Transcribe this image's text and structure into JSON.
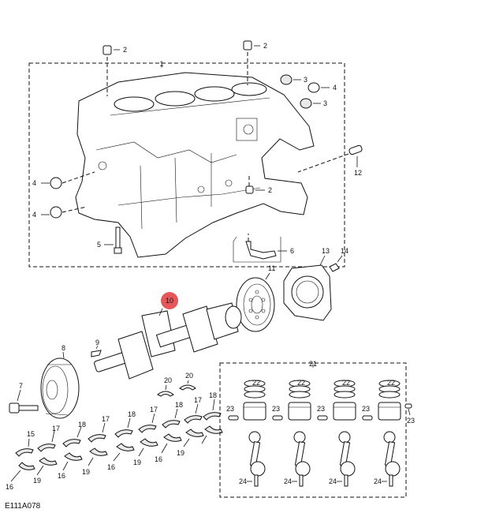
{
  "diagram_code": "E111A078",
  "highlight_color": "#e0393e",
  "highlighted_callout": "10",
  "callouts": {
    "c1": "1",
    "c2a": "2",
    "c2b": "2",
    "c2c": "2",
    "c3a": "3",
    "c3b": "3",
    "c4a": "4",
    "c4b": "4",
    "c4c": "4",
    "c5": "5",
    "c6": "6",
    "c7": "7",
    "c8": "8",
    "c9": "9",
    "c10": "10",
    "c11": "11",
    "c12": "12",
    "c13": "13",
    "c14": "14",
    "c15": "15",
    "c16a": "16",
    "c16b": "16",
    "c16c": "16",
    "c16d": "16",
    "c17a": "17",
    "c17b": "17",
    "c17c": "17",
    "c17d": "17",
    "c18a": "18",
    "c18b": "18",
    "c18c": "18",
    "c18d": "18",
    "c19a": "19",
    "c19b": "19",
    "c19c": "19",
    "c19d": "19",
    "c20a": "20",
    "c20b": "20",
    "c21": "21",
    "c22a": "22",
    "c22b": "22",
    "c22c": "22",
    "c22d": "22",
    "c23a": "23",
    "c23b": "23",
    "c23c": "23",
    "c23d": "23",
    "c23e": "23",
    "c24a": "24",
    "c24b": "24",
    "c24c": "24",
    "c24d": "24"
  }
}
